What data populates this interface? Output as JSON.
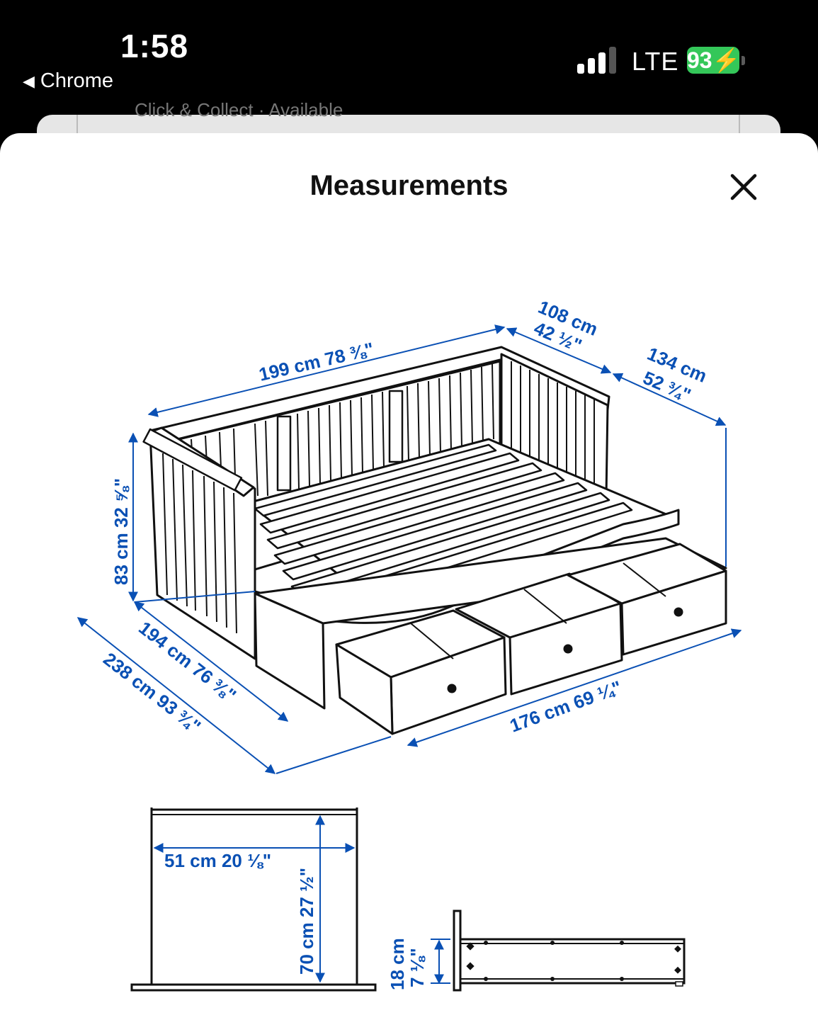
{
  "status": {
    "time": "1:58",
    "back_app": "Chrome",
    "network": "LTE",
    "battery": "93"
  },
  "behind": {
    "text": "Click & Collect · Available"
  },
  "sheet": {
    "title": "Measurements",
    "close_icon": "close-icon"
  },
  "dimensions": {
    "width_top": "199 cm 78 ⅜\"",
    "depth_closed_cm": "108 cm",
    "depth_closed_in": "42 ½\"",
    "depth_open_cm": "134 cm",
    "depth_open_in": "52 ¾\"",
    "height": "83 cm 32 ⅝\"",
    "mattress_length": "194 cm 76 ⅜\"",
    "total_length": "238 cm 93 ¾\"",
    "drawer_span": "176 cm 69 ¼\"",
    "drawer_width": "51 cm 20 ⅛\"",
    "drawer_depth": "70 cm 27 ½\"",
    "drawer_height_cm": "18 cm",
    "drawer_height_in": "7 ⅛\""
  },
  "colors": {
    "dimension_blue": "#0a50b4",
    "battery_green": "#34c759"
  }
}
